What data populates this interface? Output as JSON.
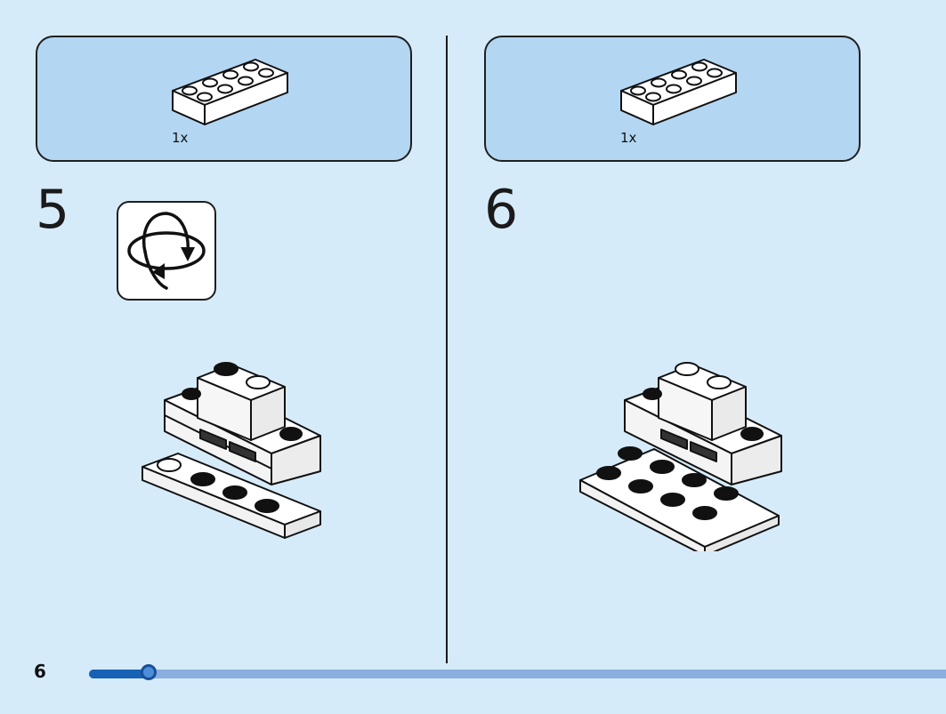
{
  "page": {
    "number": "6"
  },
  "progress": {
    "fraction": 0.07
  },
  "steps": [
    {
      "number": "5",
      "parts": [
        {
          "icon": "white-plate-2x4-icon",
          "qty": "1x"
        }
      ],
      "rotate_icon": "rotate-model-icon"
    },
    {
      "number": "6",
      "parts": [
        {
          "icon": "white-plate-2x4-icon",
          "qty": "1x"
        }
      ]
    }
  ],
  "colors": {
    "background": "#d6ebfa",
    "parts_box": "#b3d6f3",
    "progress_fill": "#1762b5",
    "progress_track": "#8aaee0"
  }
}
